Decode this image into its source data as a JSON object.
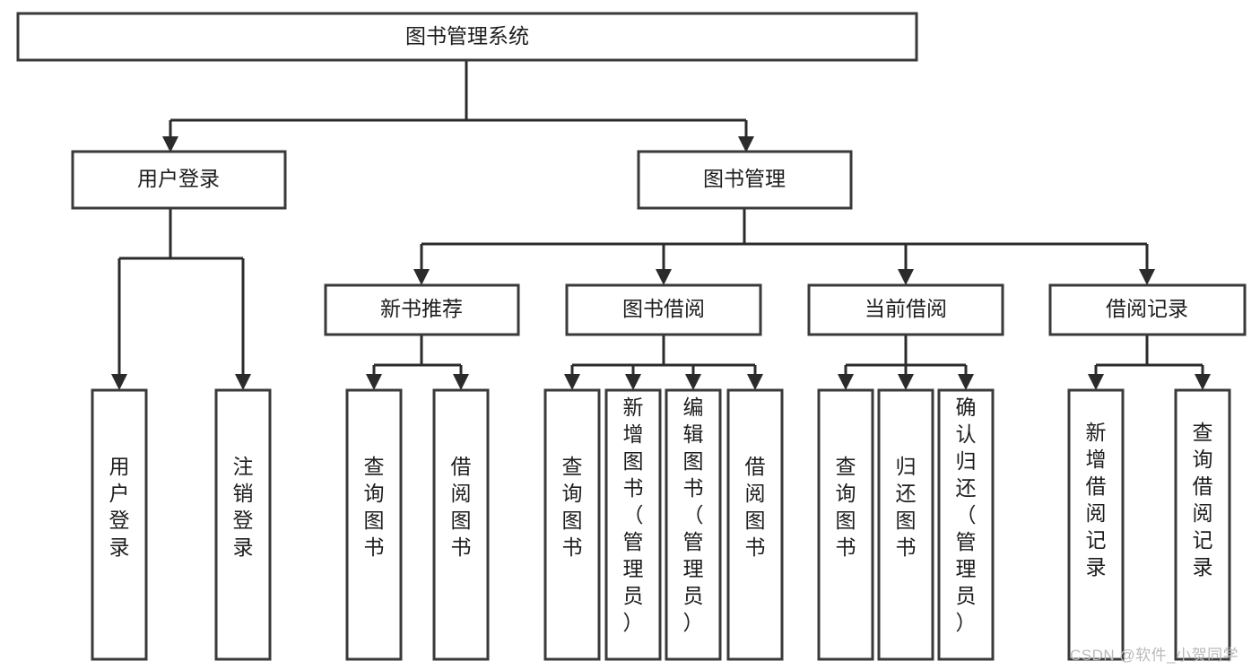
{
  "diagram": {
    "title": "图书管理系统",
    "type": "tree",
    "watermark": "CSDN @软件_小贺同学",
    "colors": {
      "box_stroke": "#3a3a3a",
      "line": "#2b2b2b",
      "box_fill": "#ffffff",
      "text": "#1d1d1d",
      "watermark": "#b9b9b9",
      "background": "#ffffff"
    },
    "levels": {
      "root": {
        "label": "图书管理系统"
      },
      "level2": [
        {
          "label": "用户登录"
        },
        {
          "label": "图书管理"
        }
      ],
      "level3": [
        {
          "label": "新书推荐"
        },
        {
          "label": "图书借阅"
        },
        {
          "label": "当前借阅"
        },
        {
          "label": "借阅记录"
        }
      ]
    },
    "leaves": {
      "user_login": [
        {
          "label": "用户登录"
        },
        {
          "label": "注销登录"
        }
      ],
      "new_book_recommend": [
        {
          "label": "查询图书"
        },
        {
          "label": "借阅图书"
        }
      ],
      "book_borrow": [
        {
          "label": "查询图书"
        },
        {
          "label": "新增图书（管理员）"
        },
        {
          "label": "编辑图书（管理员）"
        },
        {
          "label": "借阅图书"
        }
      ],
      "current_borrow": [
        {
          "label": "查询图书"
        },
        {
          "label": "归还图书"
        },
        {
          "label": "确认归还（管理员）"
        }
      ],
      "borrow_record": [
        {
          "label": "新增借阅记录"
        },
        {
          "label": "查询借阅记录"
        }
      ]
    }
  }
}
